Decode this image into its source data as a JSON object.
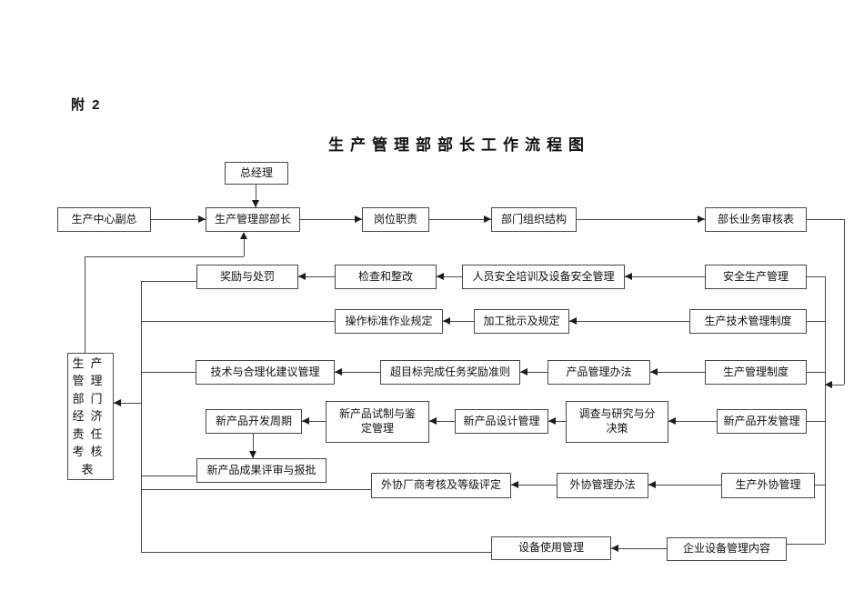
{
  "page": {
    "appendix_label": "附 2",
    "title": "生产管理部部长工作流程图"
  },
  "colors": {
    "background": "#ffffff",
    "line": "#474747",
    "text": "#111111"
  },
  "nodes": {
    "general_manager": "总经理",
    "production_center_vp": "生产中心副总",
    "department_director": "生产管理部部长",
    "job_duties": "岗位职责",
    "department_org_structure": "部门组织结构",
    "director_business_audit_table": "部长业务审核表",
    "reward_punishment": "奖励与处罚",
    "inspection_rectification": "检查和整改",
    "personnel_safety_training": "人员安全培训及设备安全管理",
    "safety_production_mgmt": "安全生产管理",
    "operation_standard": "操作标准作业规定",
    "processing_instructions": "加工批示及规定",
    "production_tech_system": "生产技术管理制度",
    "tech_rationalization": "技术与合理化建议管理",
    "over_target_reward": "超目标完成任务奖励准则",
    "product_mgmt_measures": "产品管理办法",
    "production_mgmt_system": "生产管理制度",
    "new_product_dev_cycle": "新产品开发周期",
    "new_product_trial": "新产品试制与鉴\n定管理",
    "new_product_design": "新产品设计管理",
    "investigation_decision": "调查与研究与分\n决策",
    "new_product_dev_mgmt": "新产品开发管理",
    "achievement_review": "新产品成果评审与报批",
    "vendor_evaluation": "外协厂商考核及等级评定",
    "outsourcing_measures": "外协管理办法",
    "outsourcing_mgmt": "生产外协管理",
    "equipment_use": "设备使用管理",
    "enterprise_equipment": "企业设备管理内容",
    "economic_assessment": "生产\n管理\n部门\n经济\n责任\n考核\n表"
  }
}
